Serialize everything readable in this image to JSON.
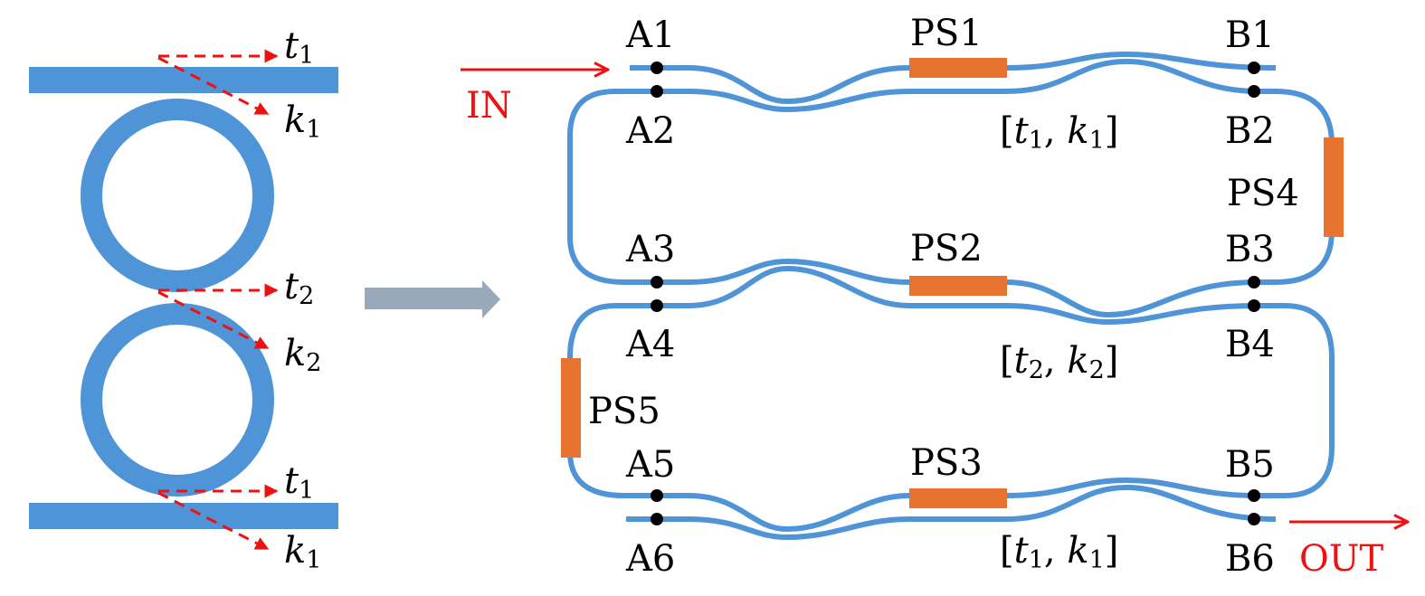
{
  "colors": {
    "waveguide": "#4f94d6",
    "phase_shifter": "#e87230",
    "annotation": "#ee1111",
    "transform_arrow": "#9aa8bc",
    "node": "#000000"
  },
  "left_panel": {
    "labels": [
      {
        "symbol": "t",
        "sub": "1"
      },
      {
        "symbol": "k",
        "sub": "1"
      },
      {
        "symbol": "t",
        "sub": "2"
      },
      {
        "symbol": "k",
        "sub": "2"
      },
      {
        "symbol": "t",
        "sub": "1"
      },
      {
        "symbol": "k",
        "sub": "1"
      }
    ]
  },
  "transform_arrow": "right-arrow",
  "circuit": {
    "input_label": "IN",
    "output_label": "OUT",
    "ports_a": [
      "A1",
      "A2",
      "A3",
      "A4",
      "A5",
      "A6"
    ],
    "ports_b": [
      "B1",
      "B2",
      "B3",
      "B4",
      "B5",
      "B6"
    ],
    "phase_shifters": [
      "PS1",
      "PS2",
      "PS3",
      "PS4",
      "PS5"
    ],
    "couplers": [
      {
        "t": "t",
        "t_sub": "1",
        "k": "k",
        "k_sub": "1"
      },
      {
        "t": "t",
        "t_sub": "2",
        "k": "k",
        "k_sub": "2"
      },
      {
        "t": "t",
        "t_sub": "1",
        "k": "k",
        "k_sub": "1"
      }
    ]
  }
}
